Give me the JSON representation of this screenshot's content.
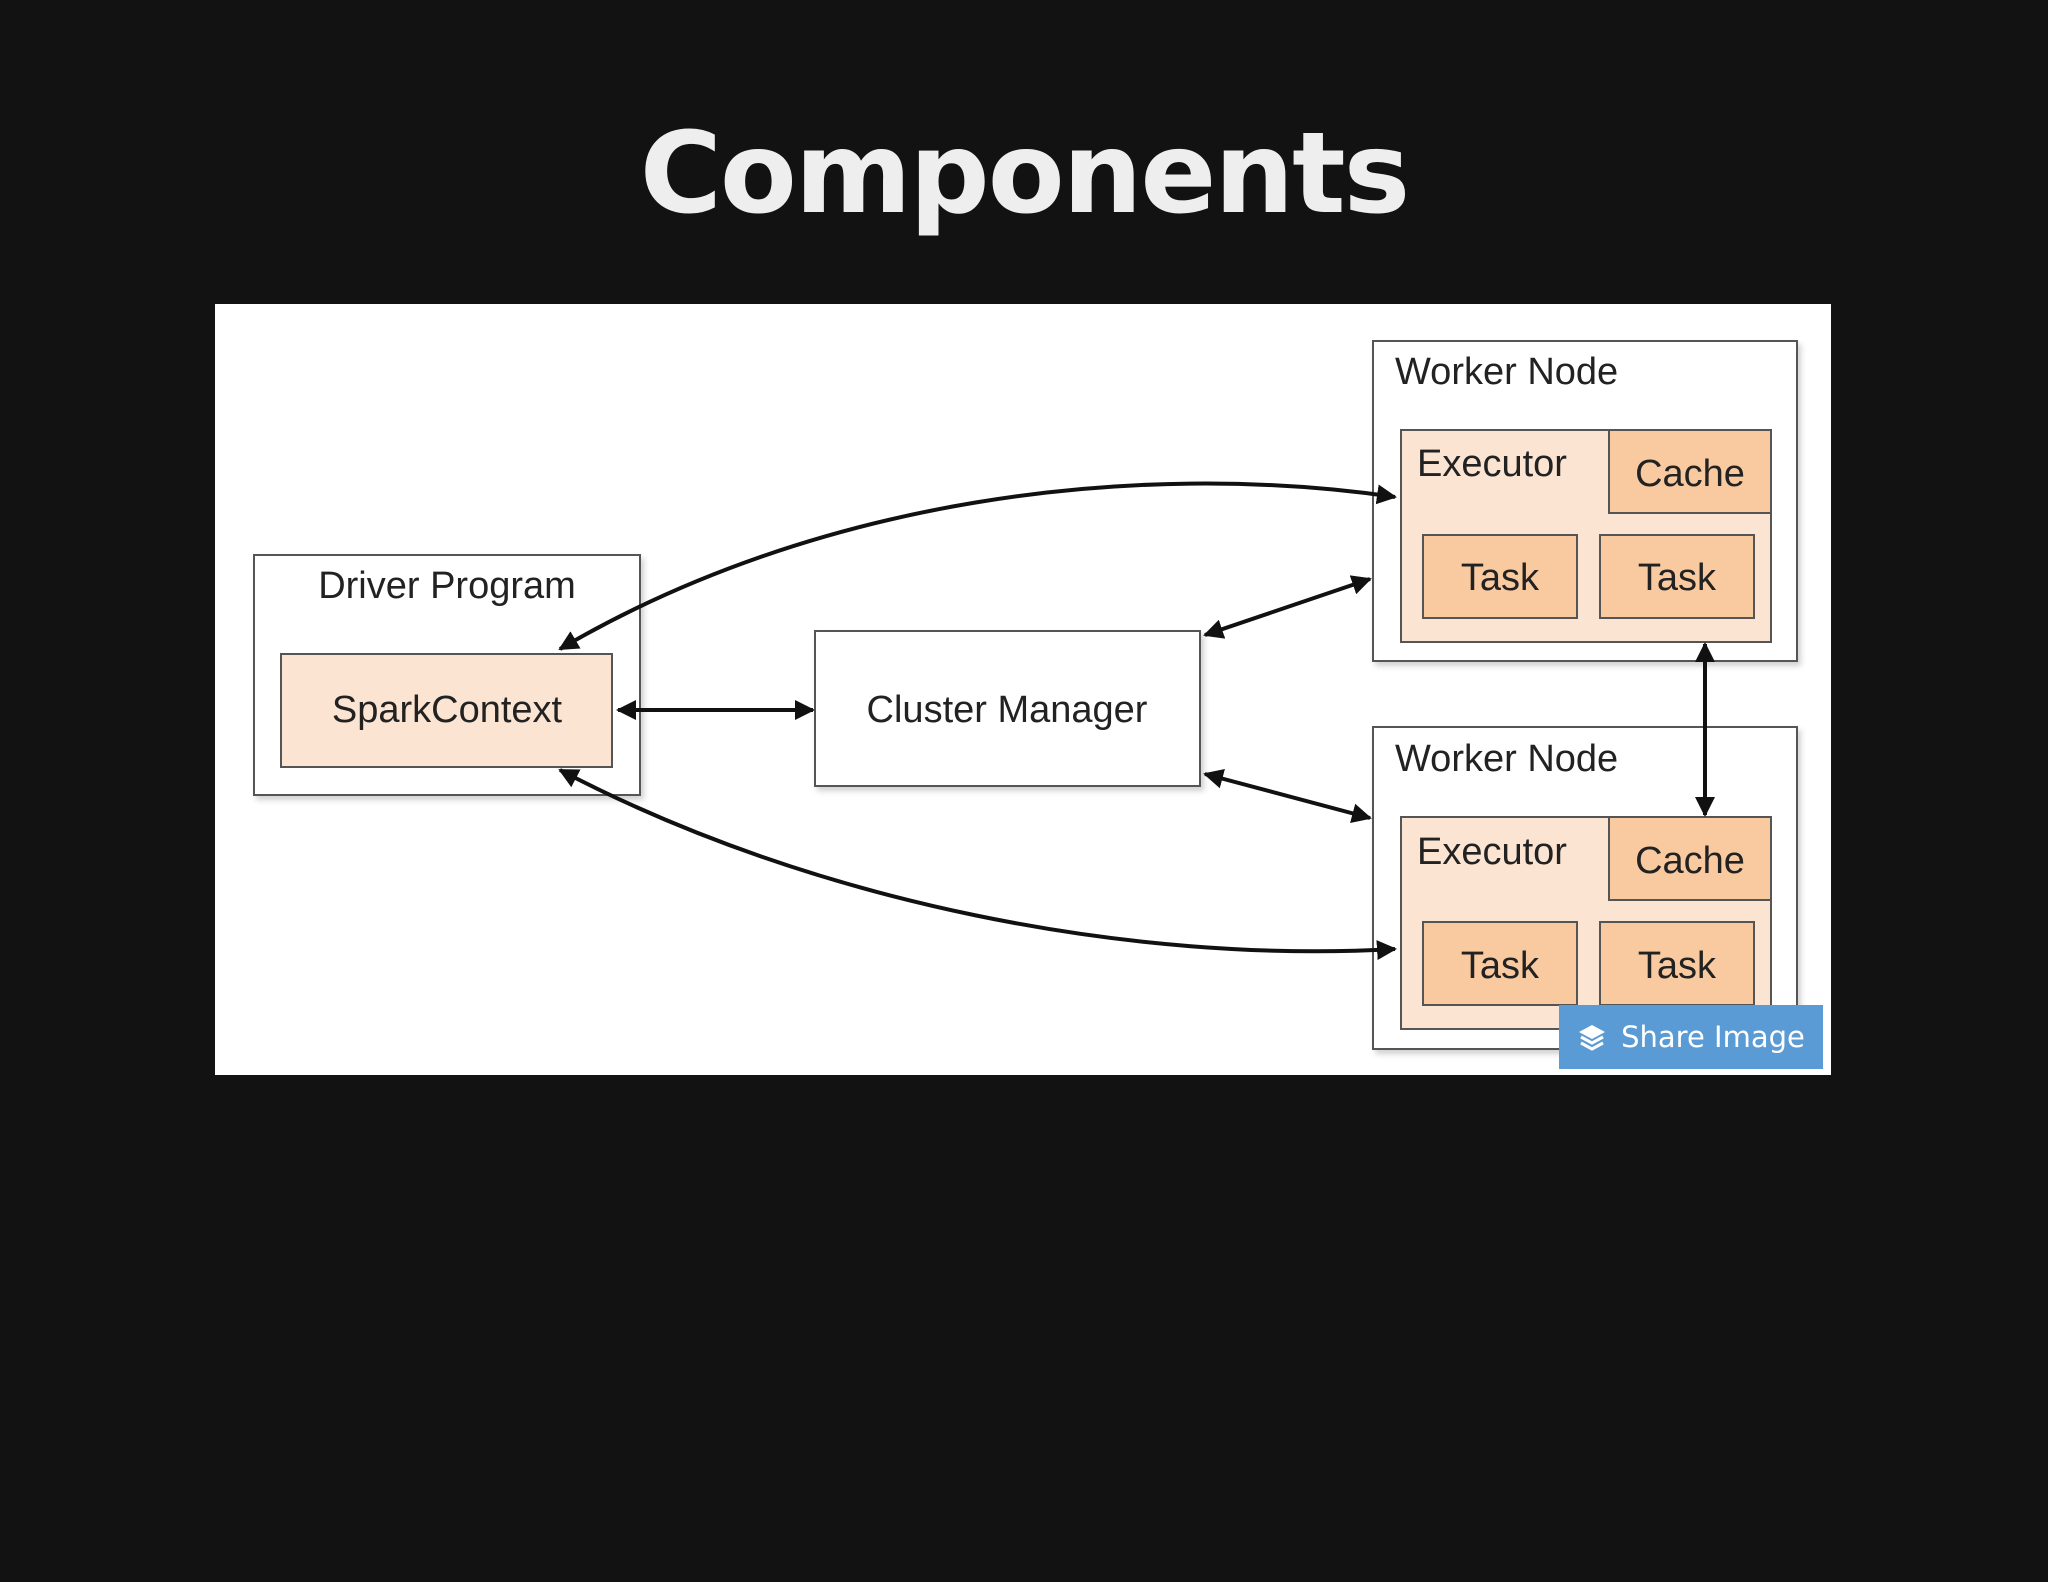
{
  "slide": {
    "title": "Components"
  },
  "diagram": {
    "driver": {
      "title": "Driver Program",
      "context": "SparkContext"
    },
    "cluster_manager": "Cluster Manager",
    "worker_top": {
      "title": "Worker Node",
      "executor": "Executor",
      "cache": "Cache",
      "task_left": "Task",
      "task_right": "Task"
    },
    "worker_bottom": {
      "title": "Worker Node",
      "executor": "Executor",
      "cache": "Cache",
      "task_left": "Task",
      "task_right": "Task"
    }
  },
  "overlay": {
    "share_label": "Share Image",
    "share_icon": "layers-icon",
    "share_color": "#5b9bd5"
  }
}
